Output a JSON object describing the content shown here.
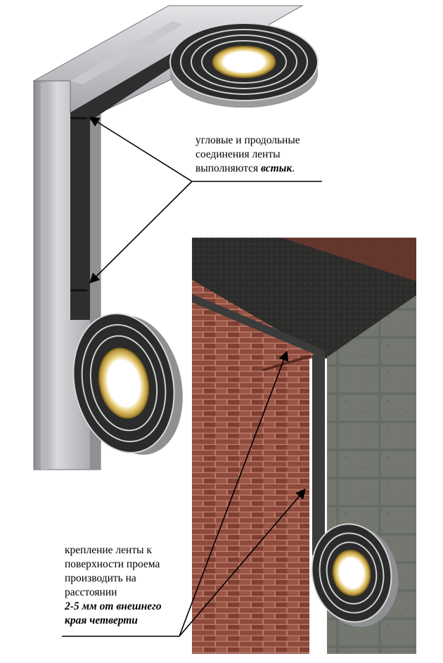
{
  "annotations": {
    "top": {
      "line1": "угловые и продольные",
      "line2": "соединения ленты",
      "line3_plain": "выполняются ",
      "line3_emph": "встык",
      "line3_tail": "."
    },
    "bottom": {
      "line1": "крепление ленты к",
      "line2": "поверхности проема",
      "line3": "производить на",
      "line4": "расстоянии",
      "line5_emph": "2-5 мм от внешнего",
      "line6_emph": "края четверти"
    }
  },
  "colors": {
    "frame": "#c4c5c8",
    "tape": "#2a2a2a",
    "spool_core": "#c9a64a",
    "brick": "#8e4a3c",
    "concrete": "#6c7069",
    "roof": "#2b2b29"
  }
}
